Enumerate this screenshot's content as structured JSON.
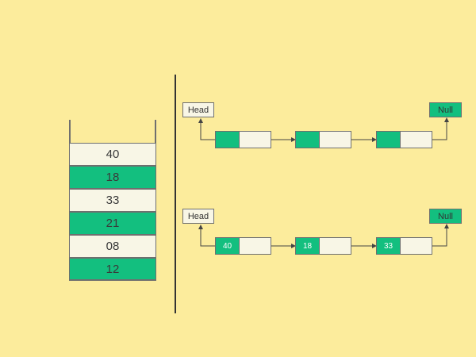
{
  "colors": {
    "background": "#fcec9c",
    "green": "#13bf7f",
    "cream": "#f8f6e6"
  },
  "stack": {
    "cells": [
      {
        "value": "40",
        "fill": "cream"
      },
      {
        "value": "18",
        "fill": "green"
      },
      {
        "value": "33",
        "fill": "cream"
      },
      {
        "value": "21",
        "fill": "green"
      },
      {
        "value": "08",
        "fill": "cream"
      },
      {
        "value": "12",
        "fill": "green"
      }
    ]
  },
  "list_top": {
    "head_label": "Head",
    "null_label": "Null",
    "nodes": [
      "",
      "",
      ""
    ]
  },
  "list_bottom": {
    "head_label": "Head",
    "null_label": "Null",
    "nodes": [
      "40",
      "18",
      "33"
    ]
  }
}
